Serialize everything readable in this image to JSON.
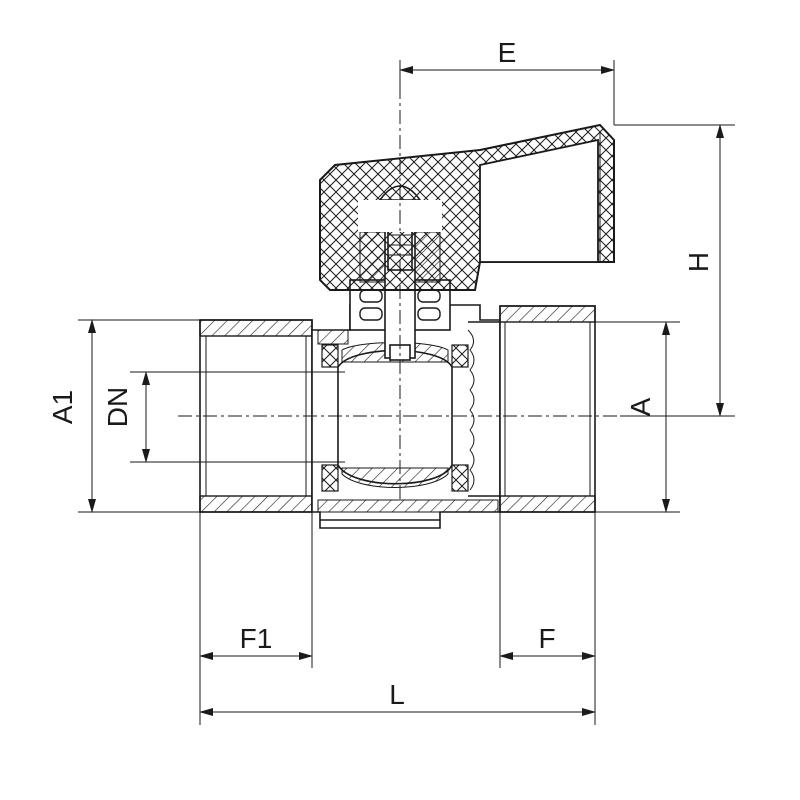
{
  "dimensions": {
    "E": "E",
    "H": "H",
    "A": "A",
    "A1": "A1",
    "DN": "DN",
    "F1": "F1",
    "F": "F",
    "L": "L"
  },
  "colors": {
    "line": "#1a1a1a",
    "background": "#ffffff"
  }
}
